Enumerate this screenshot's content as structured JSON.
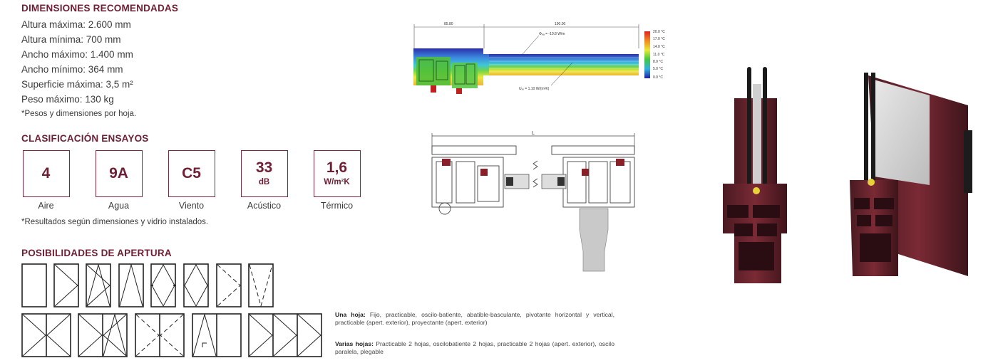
{
  "dimensions": {
    "heading": "DIMENSIONES RECOMENDADAS",
    "items": [
      "Altura máxima: 2.600 mm",
      "Altura mínima: 700 mm",
      "Ancho máximo: 1.400 mm",
      "Ancho mínimo: 364 mm",
      "Superficie máxima: 3,5 m²",
      "Peso máximo: 130 kg"
    ],
    "note": "*Pesos y dimensiones por hoja."
  },
  "tests": {
    "heading": "CLASIFICACIÓN ENSAYOS",
    "badges": [
      {
        "value": "4",
        "unit": "",
        "label": "Aire"
      },
      {
        "value": "9A",
        "unit": "",
        "label": "Agua"
      },
      {
        "value": "C5",
        "unit": "",
        "label": "Viento"
      },
      {
        "value": "33",
        "unit": "dB",
        "label": "Acústico"
      },
      {
        "value": "1,6",
        "unit": "W/m²K",
        "label": "Térmico"
      }
    ],
    "note": "*Resultados según dimensiones y vidrio instalados."
  },
  "opening": {
    "heading": "POSIBILIDADES DE APERTURA",
    "single_title": "Una hoja:",
    "single_text": "Fijo, practicable, oscilo-batiente, abatible-basculante, pivotante horizontal y vertical, practicable (apert. exterior), proyectante (apert. exterior)",
    "multi_title": "Varias hojas:",
    "multi_text": "Practicable 2 hojas, oscilobatiente 2 hojas, practicable 2 hojas (apert. exterior), oscilo paralela, plegable"
  },
  "thermal": {
    "dim_left": "85.80",
    "dim_right": "190.00",
    "phi_label": "Φₑₐ = -10.8 W/m",
    "u_label": "Uₓₓ = 1.10 W/(m²K)",
    "scale": [
      "20.0 °C",
      "17.0 °C",
      "14.0 °C",
      "11.0 °C",
      "8.0 °C",
      "5.0 °C",
      "0.0 °C"
    ]
  },
  "section": {
    "length_label": "L"
  },
  "colors": {
    "accent": "#6e1f33",
    "profile": "#7a2a34"
  }
}
